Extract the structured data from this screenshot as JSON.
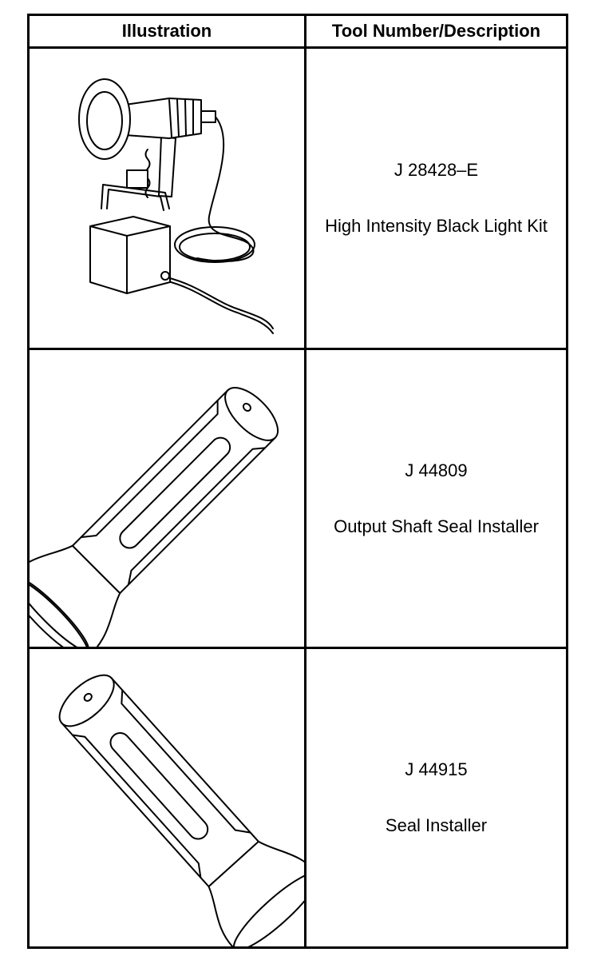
{
  "table": {
    "headers": {
      "illustration": "Illustration",
      "description": "Tool Number/Description"
    },
    "rows": [
      {
        "tool_number": "J 28428–E",
        "tool_name": "High Intensity Black Light Kit",
        "illustration_icon": "black-light-kit-icon"
      },
      {
        "tool_number": "J 44809",
        "tool_name": "Output Shaft Seal Installer",
        "illustration_icon": "output-shaft-seal-installer-icon"
      },
      {
        "tool_number": "J 44915",
        "tool_name": "Seal Installer",
        "illustration_icon": "seal-installer-icon"
      }
    ]
  }
}
